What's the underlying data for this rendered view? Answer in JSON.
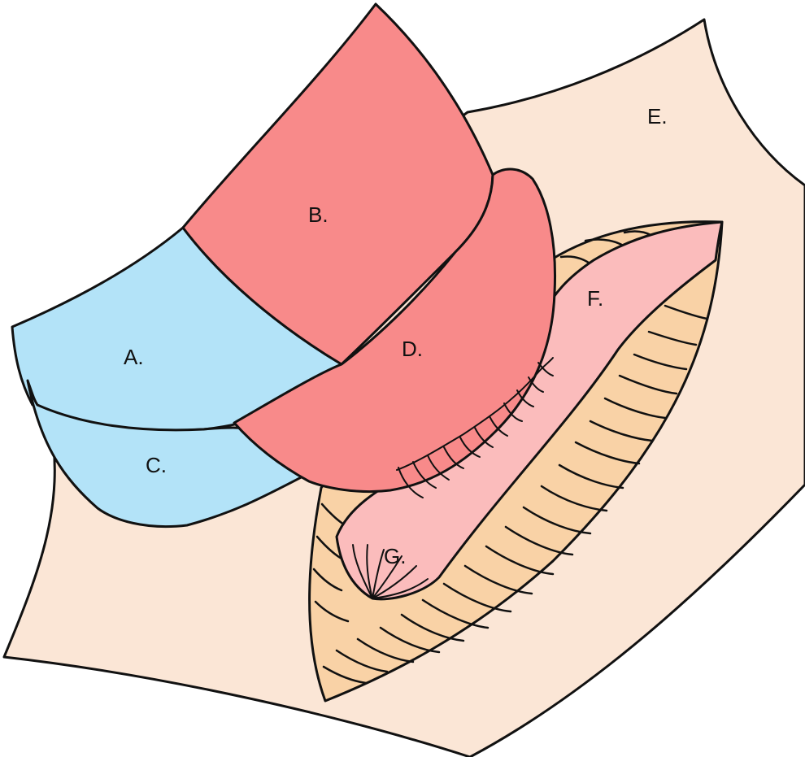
{
  "labels": {
    "a": "A.",
    "b": "B.",
    "c": "C.",
    "d": "D.",
    "e": "E.",
    "f": "F.",
    "g": "G."
  },
  "colors": {
    "background_region": "#fbe6d6",
    "blue_flap": "#b3e3f8",
    "red_flap": "#f88a8a",
    "pink_tube": "#fbbcbc",
    "ribbed_region": "#f9d2a6",
    "outline": "#111111"
  }
}
